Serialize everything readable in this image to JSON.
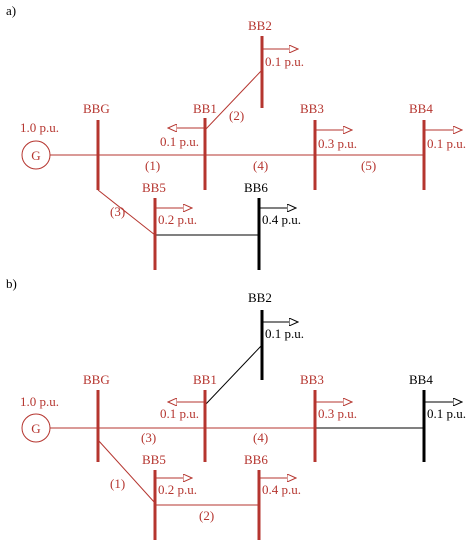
{
  "colors": {
    "red": "#b5352f",
    "black": "#000000",
    "bg": "#ffffff"
  },
  "a": {
    "panel": "a)",
    "generator": {
      "symbol": "G",
      "power": "1.0 p.u."
    },
    "buses": {
      "bbg": {
        "label": "BBG",
        "color": "red"
      },
      "bb1": {
        "label": "BB1",
        "load": "0.1 p.u.",
        "color": "red"
      },
      "bb2": {
        "label": "BB2",
        "load": "0.1 p.u.",
        "color": "red"
      },
      "bb3": {
        "label": "BB3",
        "load": "0.3 p.u.",
        "color": "red"
      },
      "bb4": {
        "label": "BB4",
        "load": "0.1 p.u.",
        "color": "red"
      },
      "bb5": {
        "label": "BB5",
        "load": "0.2 p.u.",
        "color": "red"
      },
      "bb6": {
        "label": "BB6",
        "load": "0.4 p.u.",
        "color": "black"
      }
    },
    "lines": {
      "l1": "(1)",
      "l2": "(2)",
      "l3": "(3)",
      "l4": "(4)",
      "l5": "(5)"
    }
  },
  "b": {
    "panel": "b)",
    "generator": {
      "symbol": "G",
      "power": "1.0 p.u."
    },
    "buses": {
      "bbg": {
        "label": "BBG",
        "color": "red"
      },
      "bb1": {
        "label": "BB1",
        "load": "0.1 p.u.",
        "color": "red"
      },
      "bb2": {
        "label": "BB2",
        "load": "0.1 p.u.",
        "color": "black"
      },
      "bb3": {
        "label": "BB3",
        "load": "0.3 p.u.",
        "color": "red"
      },
      "bb4": {
        "label": "BB4",
        "load": "0.1 p.u.",
        "color": "black"
      },
      "bb5": {
        "label": "BB5",
        "load": "0.2 p.u.",
        "color": "red"
      },
      "bb6": {
        "label": "BB6",
        "load": "0.4 p.u.",
        "color": "red"
      }
    },
    "lines": {
      "l1": "(1)",
      "l2": "(2)",
      "l3": "(3)",
      "l4": "(4)"
    }
  }
}
